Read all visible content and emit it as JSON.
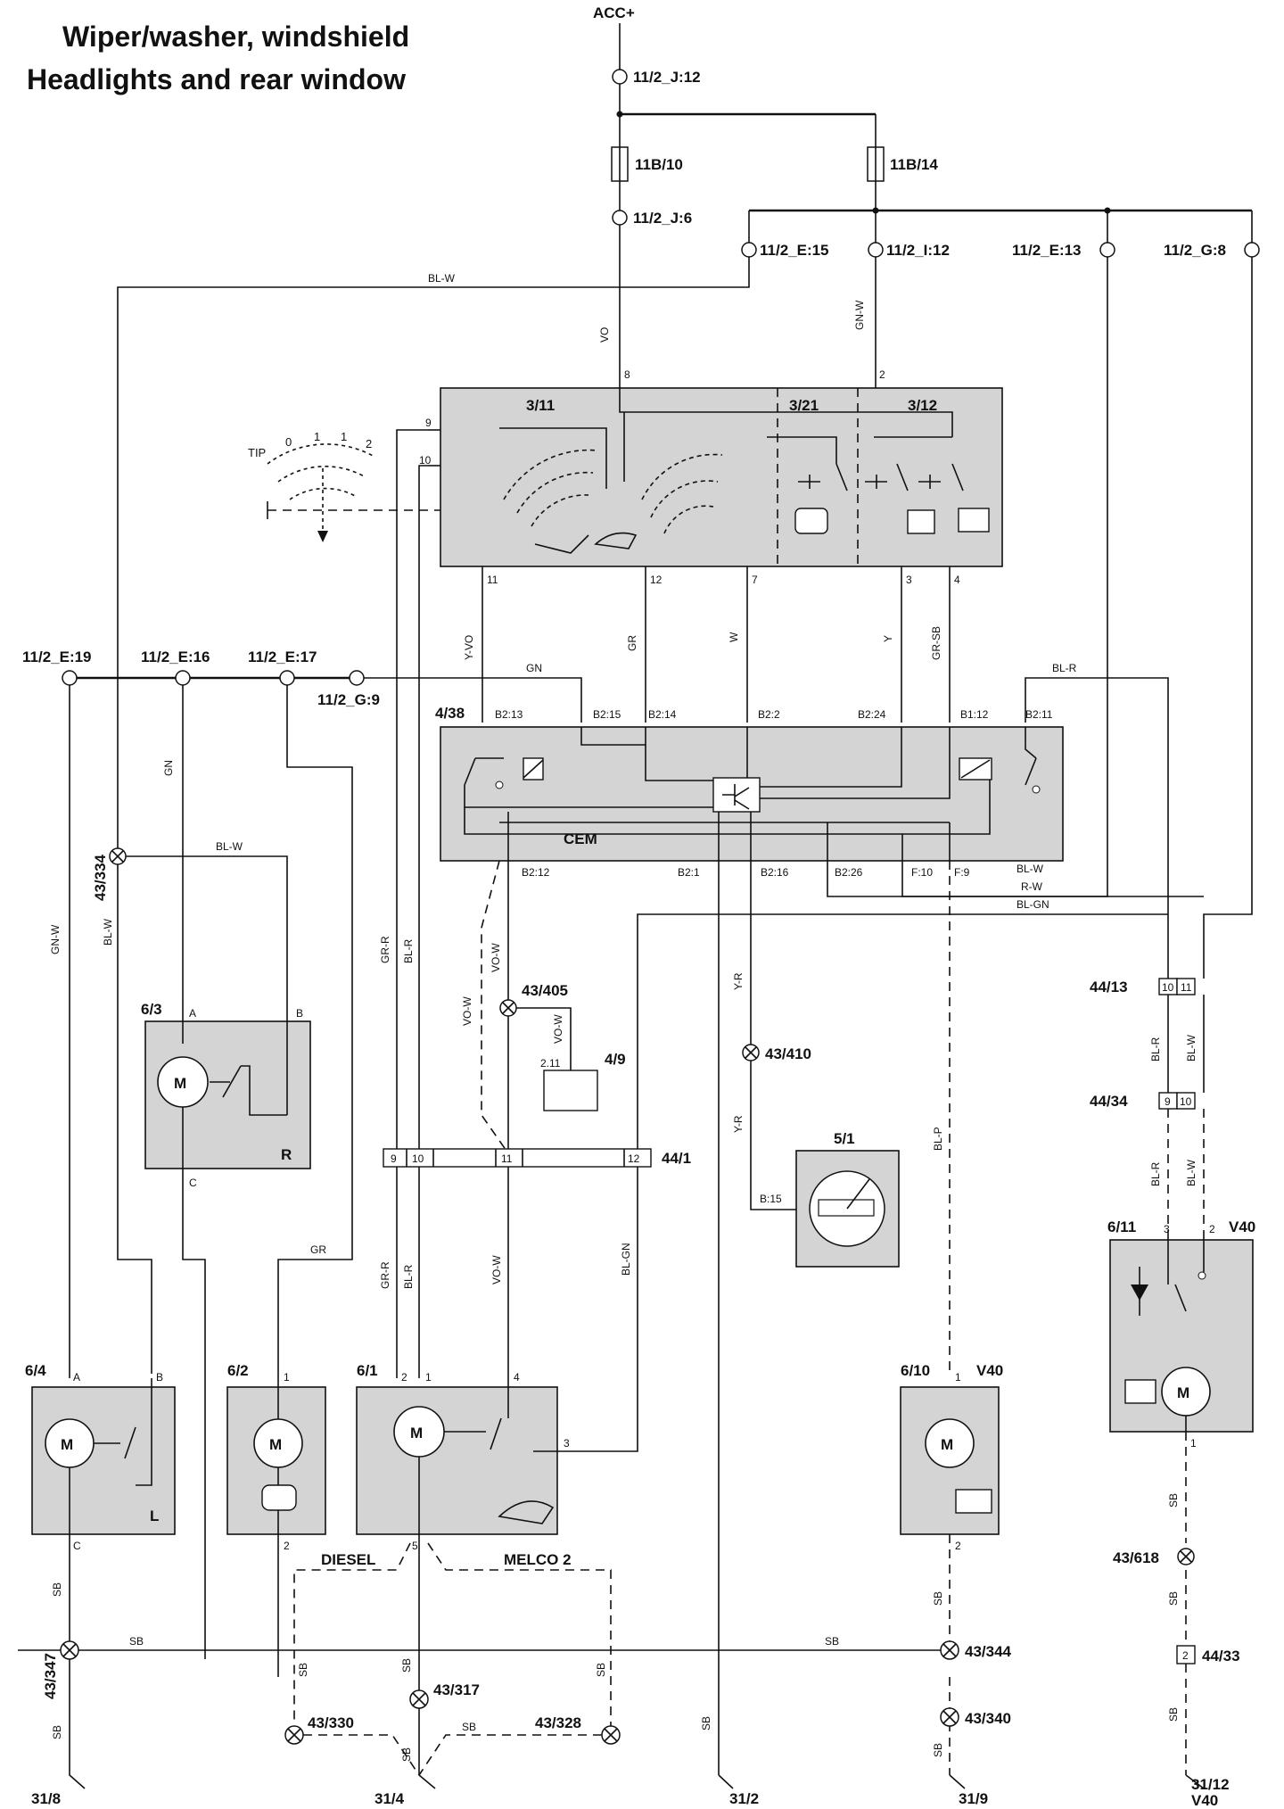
{
  "title": {
    "line1": "Wiper/washer, windshield",
    "line2": "Headlights and rear window"
  },
  "supply": "ACC+",
  "fuse_nodes": {
    "j12": "11/2_J:12",
    "fuse_10": "11B/10",
    "fuse_14": "11B/14",
    "j6": "11/2_J:6",
    "e15": "11/2_E:15",
    "i12": "11/2_I:12",
    "e13": "11/2_E:13",
    "g8": "11/2_G:8",
    "e19": "11/2_E:19",
    "e16": "11/2_E:16",
    "e17": "11/2_E:17",
    "g9": "11/2_G:9"
  },
  "components": {
    "stalk": "3/11",
    "headlight_wash_switch": "3/21",
    "rear_switch": "3/12",
    "cem_id": "4/38",
    "cem": "CEM",
    "relay_49": "4/9",
    "instrument": "5/1",
    "motor_63": "6/3",
    "motor_64": "6/4",
    "motor_62": "6/2",
    "motor_61": "6/1",
    "motor_610": "6/10",
    "motor_611": "6/11",
    "v40_a": "V40",
    "v40_b": "V40",
    "conn_441": "44/1",
    "conn_4413": "44/13",
    "conn_4434": "44/34",
    "conn_4433": "44/33",
    "side_r": "R",
    "side_l": "L",
    "tip": "TIP",
    "pos_0": "0",
    "pos_1a": "1",
    "pos_1b": "1",
    "pos_2": "2"
  },
  "splices": {
    "s334": "43/334",
    "s405": "43/405",
    "s410": "43/410",
    "s347": "43/347",
    "s344": "43/344",
    "s317": "43/317",
    "s340": "43/340",
    "s330": "43/330",
    "s328": "43/328",
    "s618": "43/618"
  },
  "grounds": {
    "g318": "31/8",
    "g314": "31/4",
    "g312": "31/2",
    "g319": "31/9",
    "g3112": "31/12",
    "g3112_model": "V40"
  },
  "variants": {
    "diesel": "DIESEL",
    "melco": "MELCO 2"
  },
  "wire_colors": {
    "blw_top": "BL-W",
    "vo": "VO",
    "gnw": "GN-W",
    "yvo": "Y-VO",
    "gr": "GR",
    "w": "W",
    "y": "Y",
    "grsb": "GR-SB",
    "gn_bus": "GN",
    "blr_top": "BL-R",
    "gn_vert": "GN",
    "blw_634": "BL-W",
    "gnw_left": "GN-W",
    "blw_left": "BL-W",
    "grr_up": "GR-R",
    "blr_up": "BL-R",
    "vow_up": "VO-W",
    "vow_dash": "VO-W",
    "vow_49": "VO-W",
    "yr_up": "Y-R",
    "yr_low": "Y-R",
    "blp": "BL-P",
    "rw": "R-W",
    "blw_cem": "BL-W",
    "blgn_cem": "BL-GN",
    "blr_4413": "BL-R",
    "blw_4413": "BL-W",
    "blr_4434": "BL-R",
    "blw_4434": "BL-W",
    "gr_62": "GR",
    "grr_low": "GR-R",
    "blr_low": "BL-R",
    "vow_low": "VO-W",
    "blgn_low": "BL-GN",
    "sb_64": "SB",
    "sb_bus_l": "SB",
    "sb_bus_r": "SB",
    "sb_318": "SB",
    "sb_330": "SB",
    "sb_317": "SB",
    "sb_328": "SB",
    "sb_mid": "SB",
    "sb_low": "SB",
    "sb_312": "SB",
    "sb_610": "SB",
    "sb_319": "SB",
    "sb_611": "SB",
    "sb_618": "SB",
    "sb_3112": "SB"
  },
  "pins": {
    "p311_8": "8",
    "p311_9": "9",
    "p311_10": "10",
    "p311_11": "11",
    "p311_12": "12",
    "p311_7": "7",
    "p312_2": "2",
    "p312_3": "3",
    "p312_4": "4",
    "c_b213": "B2:13",
    "c_b215": "B2:15",
    "c_b214": "B2:14",
    "c_b22": "B2:2",
    "c_b224": "B2:24",
    "c_b112": "B1:12",
    "c_b211": "B2:11",
    "c_b212": "B2:12",
    "c_b21": "B2:1",
    "c_b216": "B2:16",
    "c_b226": "B2:26",
    "c_f10": "F:10",
    "c_f9": "F:9",
    "r49_pin": "2.11",
    "i51_pin": "B:15",
    "m63_a": "A",
    "m63_b": "B",
    "m63_c": "C",
    "m64_a": "A",
    "m64_b": "B",
    "m64_c": "C",
    "m62_1": "1",
    "m62_2": "2",
    "m61_2": "2",
    "m61_1": "1",
    "m61_4": "4",
    "m61_3": "3",
    "m61_5": "5",
    "m610_1": "1",
    "m610_2": "2",
    "m611_3": "3",
    "m611_2": "2",
    "m611_1": "1",
    "c441_9": "9",
    "c441_10": "10",
    "c441_11": "11",
    "c441_12": "12",
    "c4413_10": "10",
    "c4413_11": "11",
    "c4434_9": "9",
    "c4434_10": "10",
    "c4433_2": "2"
  }
}
